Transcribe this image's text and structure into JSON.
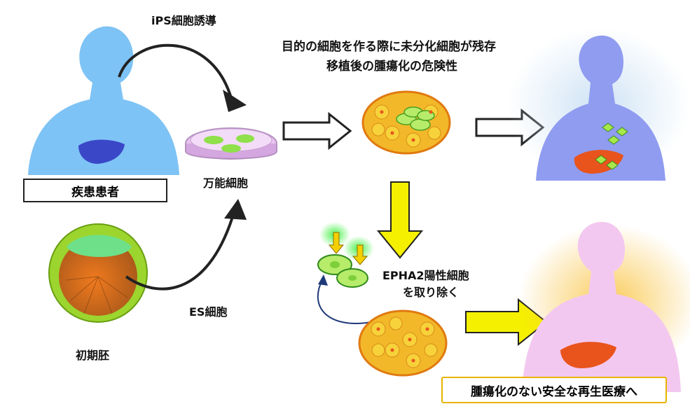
{
  "labels": {
    "patient": "疾患患者",
    "ips": "iPS細胞誘導",
    "pluripotent": "万能細胞",
    "es": "ES細胞",
    "embryo": "初期胚",
    "risk_line1": "目的の細胞を作る際に未分化細胞が残存",
    "risk_line2": "移植後の腫瘍化の危険性",
    "epha2_line1": "EPHA2陽性細胞",
    "epha2_line2": "を取り除く",
    "goal": "腫瘍化のない安全な再生医療へ"
  },
  "colors": {
    "patient_body": "#7ec3f5",
    "blue_person": "#8f9cf0",
    "pink_person": "#f3c8f0",
    "liver": "#e8541c",
    "bad_liver": "#3a48c8",
    "yellow_arrow": "#f5f000",
    "cell_green": "#a8e84a",
    "cell_orange": "#f2a21c"
  }
}
